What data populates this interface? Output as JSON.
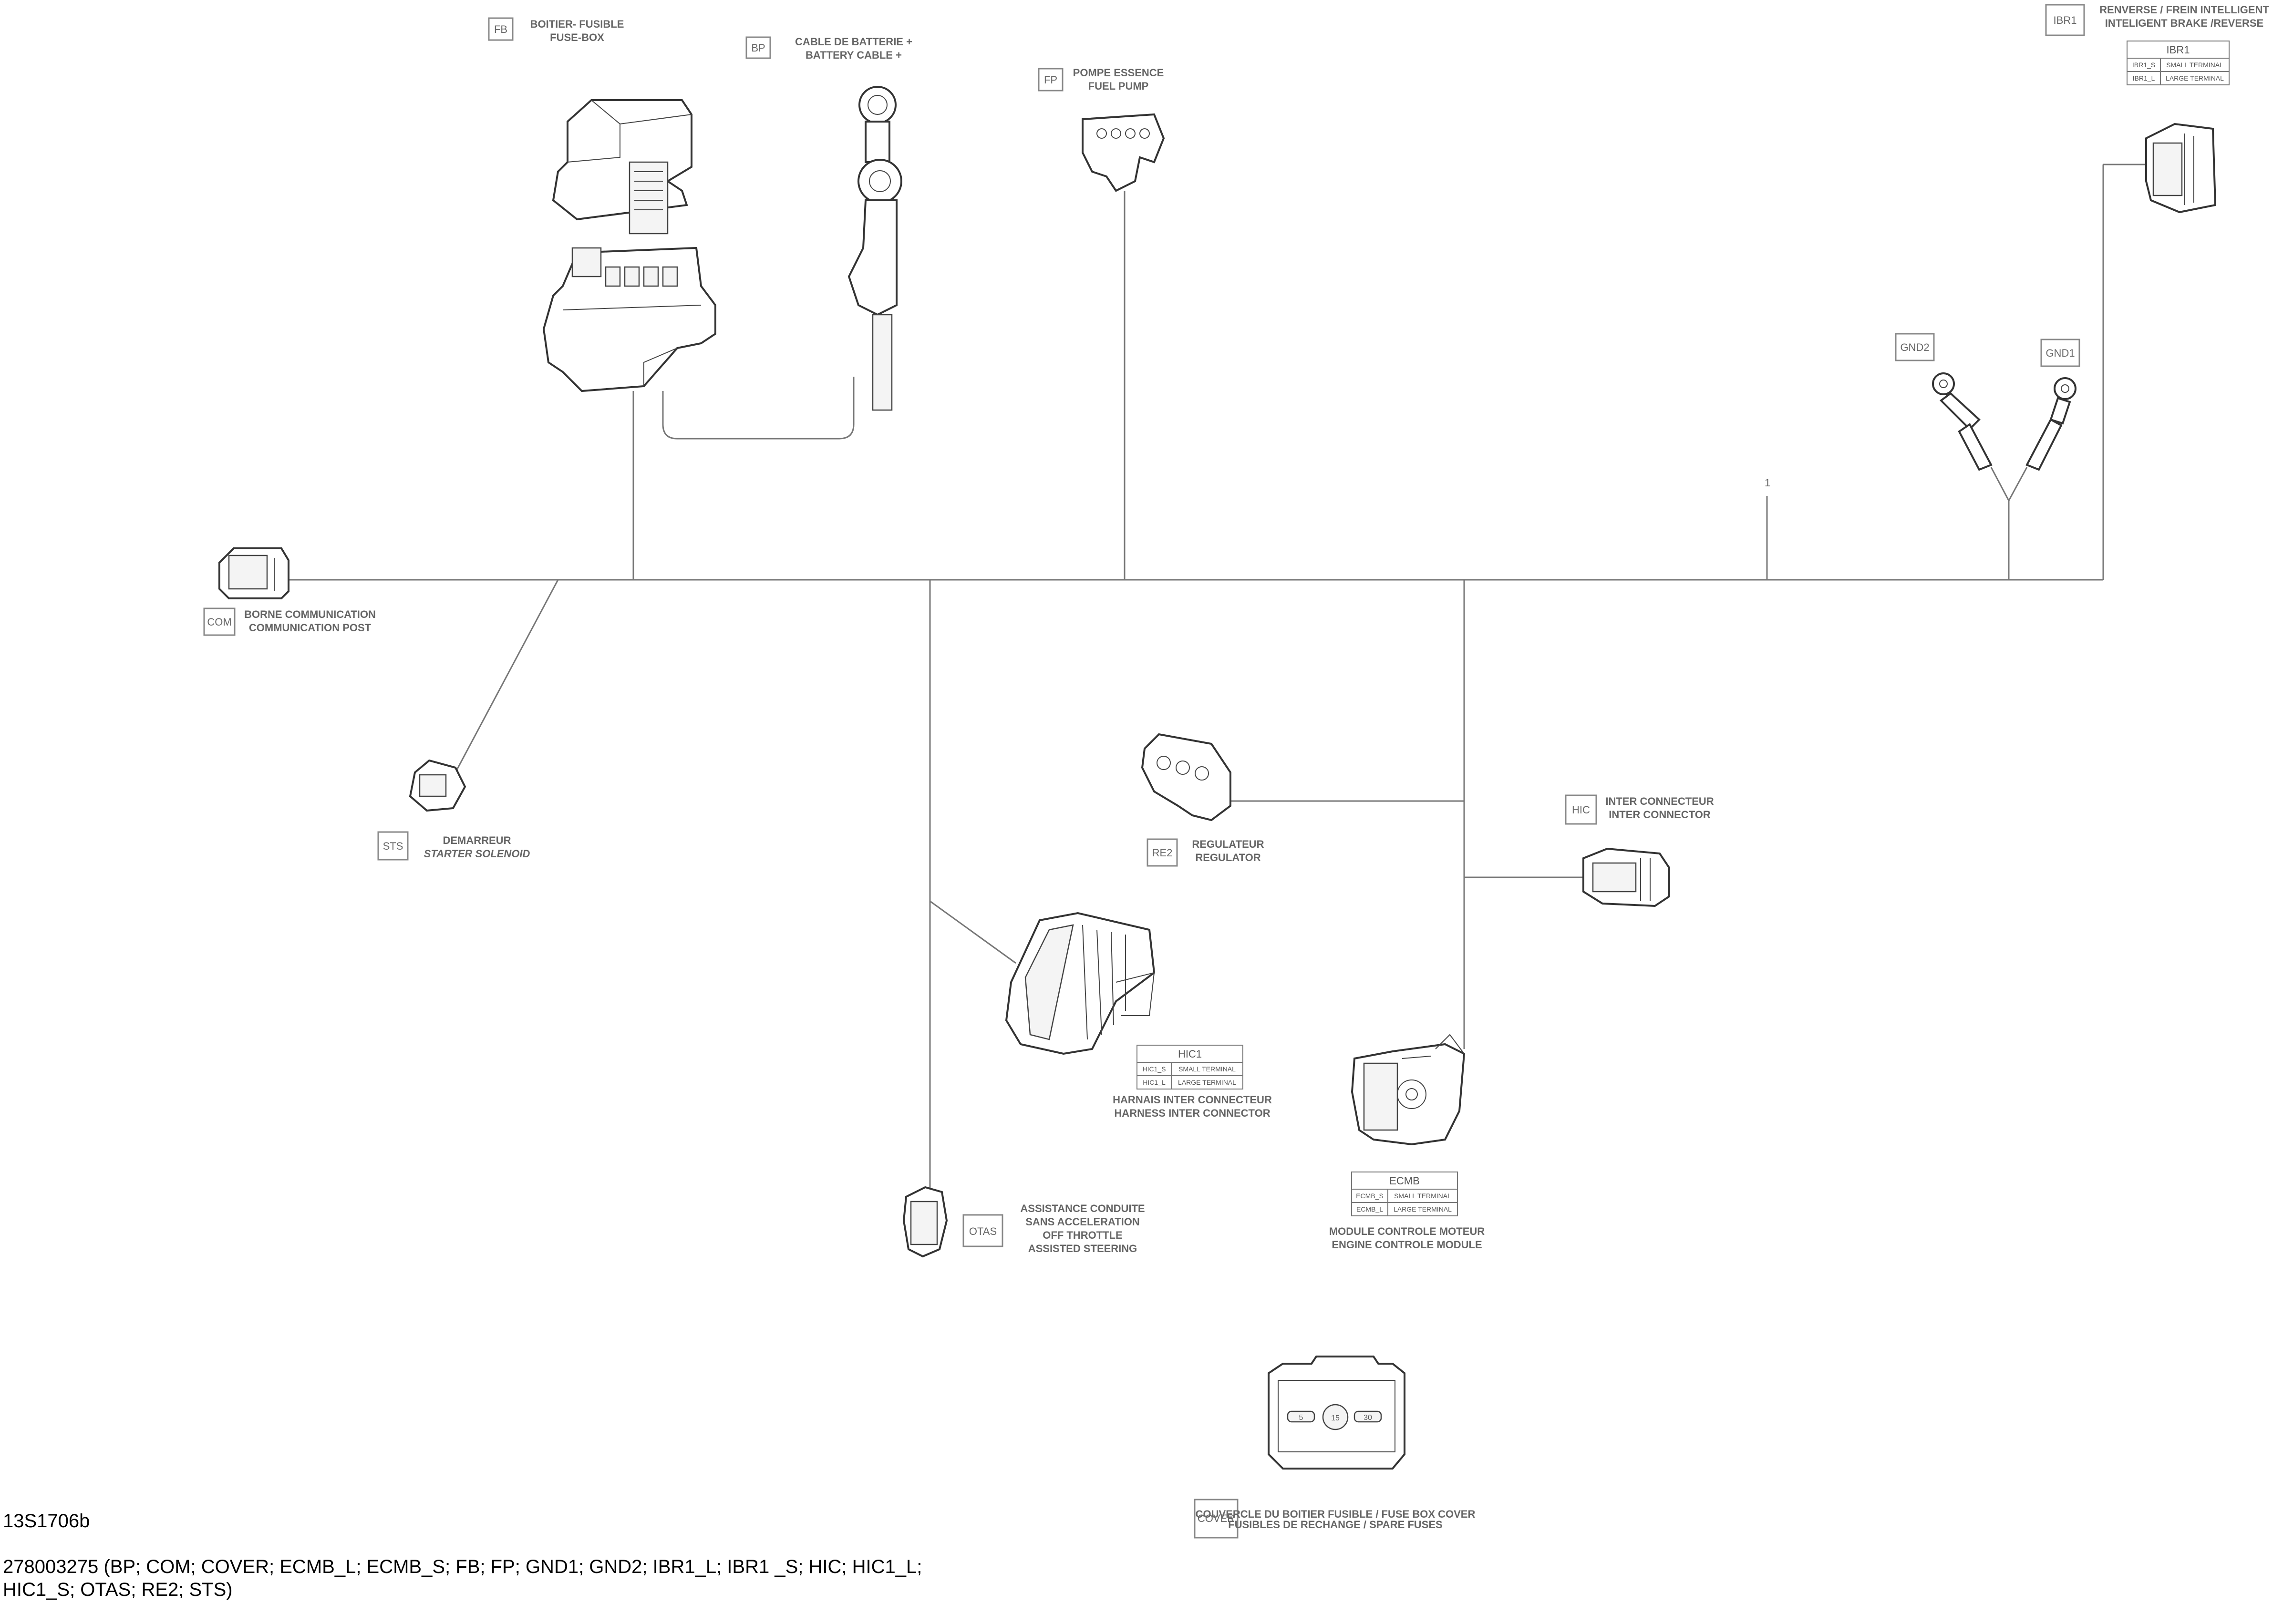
{
  "components": {
    "fb": {
      "code": "FB",
      "fr": "BOITIER- FUSIBLE",
      "en": "FUSE-BOX"
    },
    "bp": {
      "code": "BP",
      "fr": "CABLE DE BATTERIE +",
      "en": "BATTERY CABLE +"
    },
    "fp": {
      "code": "FP",
      "fr": "POMPE ESSENCE",
      "en": "FUEL PUMP"
    },
    "ibr1": {
      "code": "IBR1",
      "fr": "RENVERSE / FREIN INTELLIGENT",
      "en": "INTELIGENT BRAKE /REVERSE"
    },
    "gnd2": {
      "code": "GND2"
    },
    "gnd1": {
      "code": "GND1"
    },
    "com": {
      "code": "COM",
      "fr": "BORNE COMMUNICATION",
      "en": "COMMUNICATION POST"
    },
    "sts": {
      "code": "STS",
      "fr": "DEMARREUR",
      "en": "STARTER SOLENOID"
    },
    "re2": {
      "code": "RE2",
      "fr": "REGULATEUR",
      "en": "REGULATOR"
    },
    "hic": {
      "code": "HIC",
      "fr": "INTER CONNECTEUR",
      "en": "INTER CONNECTOR"
    },
    "hic1": {
      "fr": "HARNAIS INTER CONNECTEUR",
      "en": "HARNESS INTER CONNECTOR"
    },
    "otas": {
      "code": "OTAS",
      "line1": "ASSISTANCE CONDUITE",
      "line2": "SANS ACCELERATION",
      "line3": "OFF THROTTLE",
      "line4": "ASSISTED STEERING"
    },
    "ecm": {
      "fr": "MODULE CONTROLE MOTEUR",
      "en": "ENGINE CONTROLE MODULE"
    },
    "cover": {
      "code": "COVER",
      "fr": "COUVERCLE DU BOITIER FUSIBLE / FUSE BOX COVER",
      "en": "FUSIBLES DE RECHANGE / SPARE FUSES"
    }
  },
  "tables": {
    "ibr1": {
      "title": "IBR1",
      "rows": [
        [
          "IBR1_S",
          "SMALL TERMINAL"
        ],
        [
          "IBR1_L",
          "LARGE TERMINAL"
        ]
      ]
    },
    "hic1": {
      "title": "HIC1",
      "rows": [
        [
          "HIC1_S",
          "SMALL TERMINAL"
        ],
        [
          "HIC1_L",
          "LARGE TERMINAL"
        ]
      ]
    },
    "ecmb": {
      "title": "ECMB",
      "rows": [
        [
          "ECMB_S",
          "SMALL TERMINAL"
        ],
        [
          "ECMB_L",
          "LARGE TERMINAL"
        ]
      ]
    }
  },
  "wire_label": "1",
  "cover_fuses": [
    "5",
    "15",
    "30"
  ],
  "footer": {
    "ref": "13S1706b",
    "parts": "278003275 (BP; COM; COVER; ECMB_L; ECMB_S; FB; FP; GND1; GND2; IBR1_L; IBR1 _S; HIC; HIC1_L;\nHIC1_S; OTAS; RE2; STS)"
  }
}
